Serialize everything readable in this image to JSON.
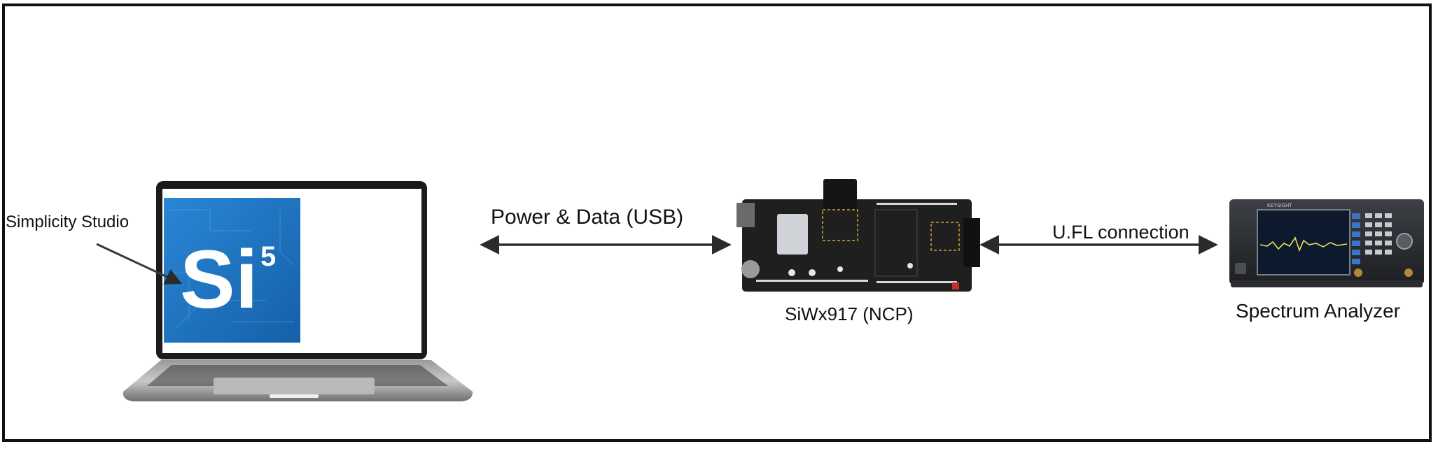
{
  "diagram": {
    "labels": {
      "software": "Simplicity Studio",
      "link_usb": "Power & Data (USB)",
      "link_ufl": "U.FL connection",
      "device": "SiWx917 (NCP)",
      "instrument": "Spectrum Analyzer"
    },
    "logo": {
      "text": "Si",
      "superscript": "5"
    },
    "analyzer_brand": "KEYSIGHT"
  },
  "colors": {
    "border": "#111111",
    "logo_blue": "#1c6fbf",
    "pcb": "#1f1f1f",
    "arrow": "#2b2b2b"
  }
}
